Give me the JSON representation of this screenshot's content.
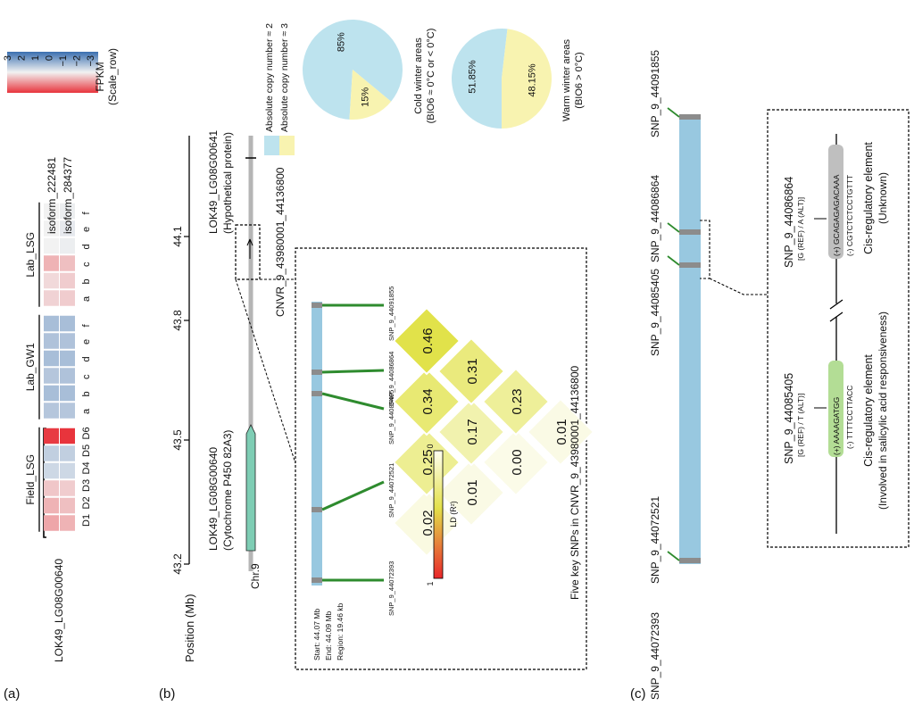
{
  "panels": {
    "a": "(a)",
    "b": "(b)",
    "c": "(c)"
  },
  "panel_a": {
    "gene": "LOK49_LG08G00640",
    "isoforms": [
      "isoform_222481",
      "isoform_284377"
    ],
    "groups": [
      {
        "label": "Field_LSG",
        "columns": [
          "D1",
          "D2",
          "D3",
          "D4",
          "D5",
          "D6"
        ]
      },
      {
        "label": "Lab_GW1",
        "columns": [
          "a",
          "b",
          "c",
          "d",
          "e",
          "f"
        ]
      },
      {
        "label": "Lab_LSG",
        "columns": [
          "a",
          "b",
          "c",
          "d",
          "e",
          "f"
        ]
      }
    ],
    "values": [
      [
        1.2,
        1.0,
        0.7,
        -0.6,
        -0.8,
        2.9,
        -1.0,
        -1.2,
        -1.0,
        -1.2,
        -1.1,
        -1.2,
        0.5,
        0.4,
        1.0,
        0,
        0,
        0
      ],
      [
        1.0,
        0.8,
        0.6,
        -0.6,
        -0.8,
        3.0,
        -1.0,
        -1.2,
        -1.1,
        -1.2,
        -1.1,
        -1.2,
        0.6,
        0.6,
        0.8,
        -0.1,
        -0.2,
        -0.1
      ]
    ],
    "legend": {
      "title": "FPKM",
      "subtitle": "(Scale_row)",
      "ticks": [
        "3",
        "2",
        "1",
        "0",
        "−1",
        "−2",
        "−3"
      ],
      "colors": {
        "high": "#e8343c",
        "mid": "#f2f2f2",
        "low": "#3a6fb0"
      }
    }
  },
  "panel_b": {
    "axis_title": "Position (Mb)",
    "ticks": [
      "43.2",
      "43.5",
      "43.8",
      "44.1"
    ],
    "chr_label": "Chr.9",
    "gene1": {
      "id": "LOK49_LG08G00640",
      "desc": "(Cytochrome P450 82A3)"
    },
    "gene2": {
      "id": "LOK49_LG08G00641",
      "desc": "(Hypothetical protein)"
    },
    "cnvr": "CNVR_9_43980001_44136800",
    "copy_legend": [
      {
        "label": "Absolute copy number ≈ 2",
        "color": "#bde3ee"
      },
      {
        "label": "Absolute copy number ≈ 3",
        "color": "#f8f3b0"
      }
    ],
    "pies": [
      {
        "title": "Cold winter areas",
        "subtitle": "(BIO6 ≈ 0°C or < 0°C)",
        "slices": [
          {
            "label": "85%",
            "value": 85
          },
          {
            "label": "15%",
            "value": 15
          }
        ]
      },
      {
        "title": "Warm winter areas",
        "subtitle": "(BIO6 > 0°C)",
        "slices": [
          {
            "label": "51.85%",
            "value": 51.85
          },
          {
            "label": "48.15%",
            "value": 48.15
          }
        ]
      }
    ],
    "region": {
      "start": "Start: 44.07 Mb",
      "end": "End: 44.09 Mb",
      "size": "Region: 19.46 kb"
    },
    "snps": [
      "SNP_9_44072393",
      "SNP_9_44072521",
      "SNP_9_44085405",
      "SNP_9_44086864",
      "SNP_9_44091855"
    ],
    "ld_legend": {
      "title": "LD (R²)",
      "max": "1",
      "min": "0"
    },
    "ld": [
      {
        "i": 0,
        "j": 1,
        "v": "0.02"
      },
      {
        "i": 1,
        "j": 2,
        "v": "0.25"
      },
      {
        "i": 0,
        "j": 2,
        "v": "0.01"
      },
      {
        "i": 2,
        "j": 3,
        "v": "0.34"
      },
      {
        "i": 1,
        "j": 3,
        "v": "0.17"
      },
      {
        "i": 0,
        "j": 3,
        "v": "0.00"
      },
      {
        "i": 3,
        "j": 4,
        "v": "0.46"
      },
      {
        "i": 2,
        "j": 4,
        "v": "0.31"
      },
      {
        "i": 1,
        "j": 4,
        "v": "0.23"
      },
      {
        "i": 0,
        "j": 4,
        "v": "0.01"
      }
    ],
    "box_title": "Five key SNPs in CNVR_9_43980001_44136800"
  },
  "panel_c": {
    "snps": [
      "SNP_9_44072393",
      "SNP_9_44072521",
      "SNP_9_44085405",
      "SNP_9_44086864",
      "SNP_9_44091855"
    ],
    "elem1": {
      "snp": "SNP_9_44085405",
      "alleles": "[G (REF) / T (ALT)]",
      "plus_seq": "(+) AAAAGATGG",
      "minus_seq": "(-) TTTTCCTTACC",
      "title": "Cis-regulatory element",
      "desc": "(Involved in salicylic acid responsiveness)"
    },
    "elem2": {
      "snp": "SNP_9_44086864",
      "alleles": "[G (REF) / A (ALT)]",
      "plus_seq": "(+) GCAGAGAGACAAA",
      "minus_seq": "(-) CGTCTCTCCTGTTT",
      "title": "Cis-regulatory element",
      "desc": "(Unknown)"
    }
  }
}
